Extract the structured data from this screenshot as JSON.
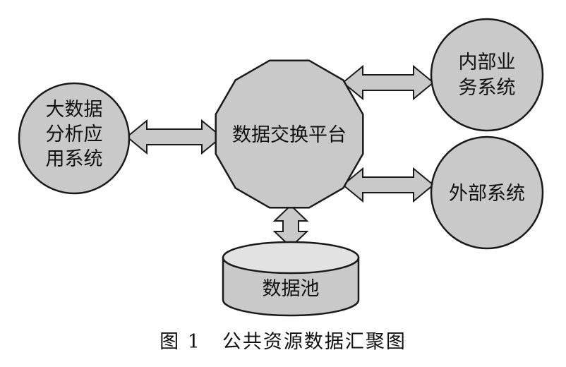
{
  "nodes": {
    "big_data_app": {
      "lines": [
        "大数据",
        "分析应",
        "用系统"
      ]
    },
    "exchange_platform": {
      "lines": [
        "数据交换平台"
      ]
    },
    "internal_system": {
      "lines": [
        "内部业",
        "务系统"
      ]
    },
    "external_system": {
      "lines": [
        "外部系统"
      ]
    },
    "data_pool": {
      "lines": [
        "数据池"
      ]
    }
  },
  "caption": {
    "figure_number": "图 1",
    "title": "公共资源数据汇聚图"
  },
  "colors": {
    "fill": "#c9c9c9",
    "stroke": "#1a1a1a"
  }
}
